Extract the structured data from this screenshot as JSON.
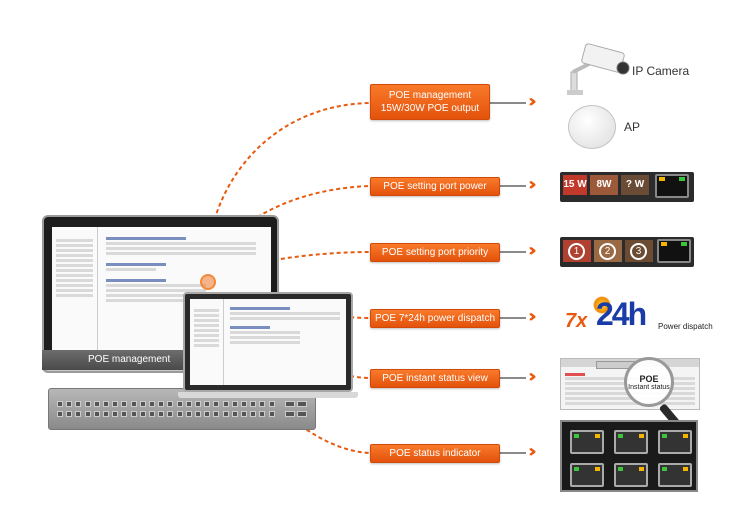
{
  "screen_labels": {
    "monitor_strip": "POE management"
  },
  "callouts": [
    {
      "line1": "POE management",
      "line2": "15W/30W POE output"
    },
    {
      "line1": "POE setting port power"
    },
    {
      "line1": "POE setting port priority"
    },
    {
      "line1": "POE 7*24h  power dispatch"
    },
    {
      "line1": "POE instant status view"
    },
    {
      "line1": "POE status indicator"
    }
  ],
  "devices": {
    "ip_camera": "IP Camera",
    "ap": "AP"
  },
  "power_ports": [
    "15 W",
    "8W",
    "? W"
  ],
  "priority_ports": [
    "1",
    "2",
    "3"
  ],
  "dispatch": {
    "prefix": "7x",
    "big": "24h",
    "suffix": "Power dispatch"
  },
  "status_magnifier": {
    "line1": "POE",
    "line2": "Instant status"
  },
  "colors": {
    "accent": "#e85a0f",
    "dispatch_blue": "#1a3ca8"
  }
}
